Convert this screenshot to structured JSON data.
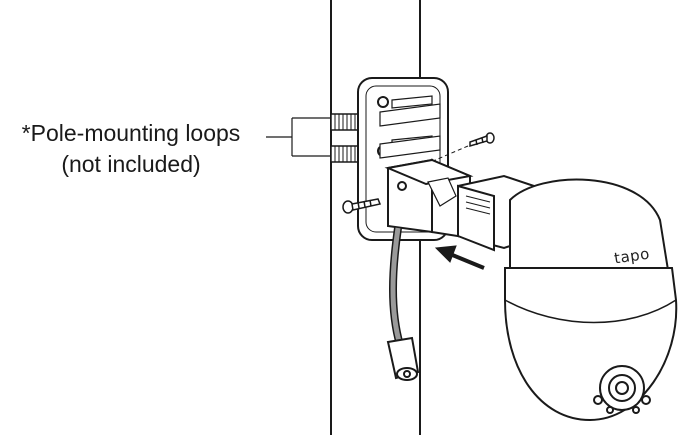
{
  "callout": {
    "line1": "*Pole-mounting loops",
    "line2": "(not included)"
  },
  "camera": {
    "brand": "tapo"
  },
  "colors": {
    "stroke": "#1a1a1a",
    "cable": "#9a9a9a",
    "background": "#ffffff"
  },
  "icons": [
    "arrow-left-icon",
    "screw-icon"
  ]
}
